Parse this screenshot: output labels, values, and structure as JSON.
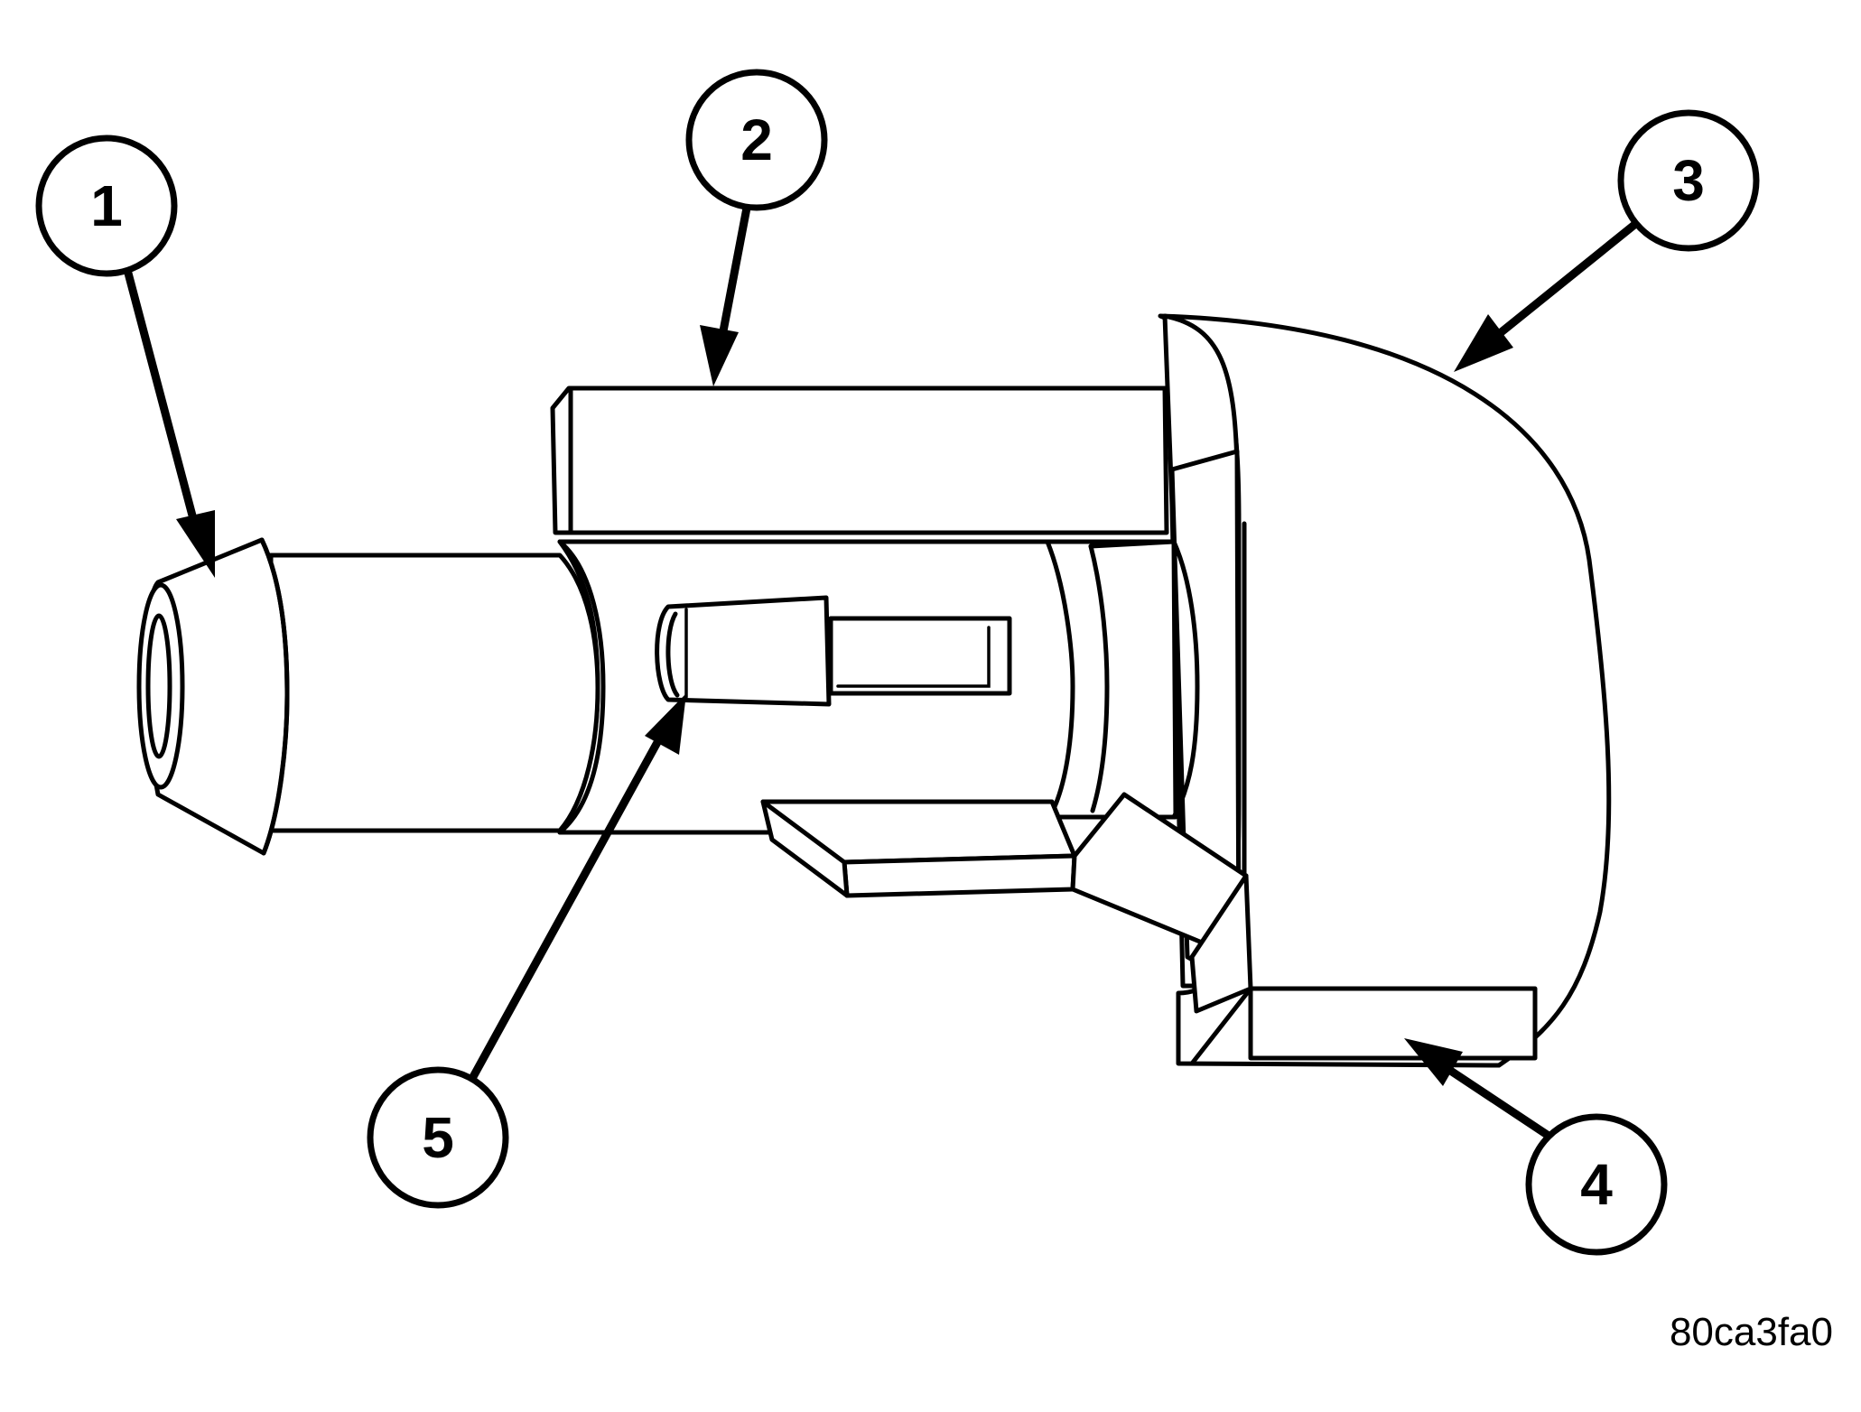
{
  "callouts": {
    "c1": "1",
    "c2": "2",
    "c3": "3",
    "c4": "4",
    "c5": "5"
  },
  "figure_id": "80ca3fa0"
}
